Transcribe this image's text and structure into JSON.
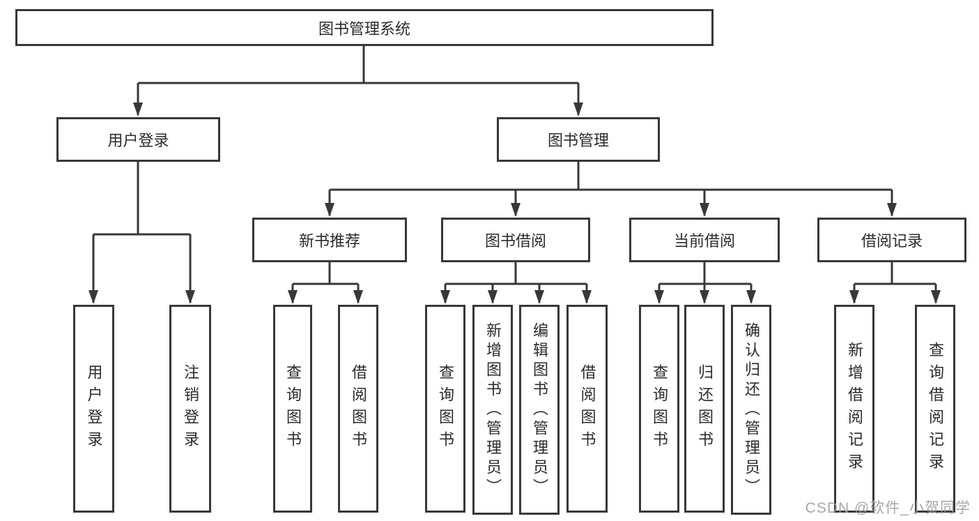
{
  "nodes": {
    "root": "图书管理系统",
    "user_login": "用户登录",
    "book_mgmt": "图书管理",
    "new_book_rec": "新书推荐",
    "book_borrow": "图书借阅",
    "current_borrow": "当前借阅",
    "borrow_record": "借阅记录",
    "leaf_user_login": "用户登录",
    "leaf_logout": "注销登录",
    "leaf_query_book_1": "查询图书",
    "leaf_borrow_book_1": "借阅图书",
    "leaf_query_book_2": "查询图书",
    "leaf_add_book_admin": "新增图书（管理员）",
    "leaf_edit_book_admin": "编辑图书（管理员）",
    "leaf_borrow_book_2": "借阅图书",
    "leaf_query_book_3": "查询图书",
    "leaf_return_book": "归还图书",
    "leaf_confirm_return_admin": "确认归还（管理员）",
    "leaf_add_borrow_record": "新增借阅记录",
    "leaf_query_borrow_record": "查询借阅记录"
  },
  "watermark": "CSDN @软件_小贺同学",
  "colors": {
    "line": "#383838",
    "text": "#2b2b2b",
    "background": "#ffffff",
    "watermark": "#a0a0a0"
  }
}
